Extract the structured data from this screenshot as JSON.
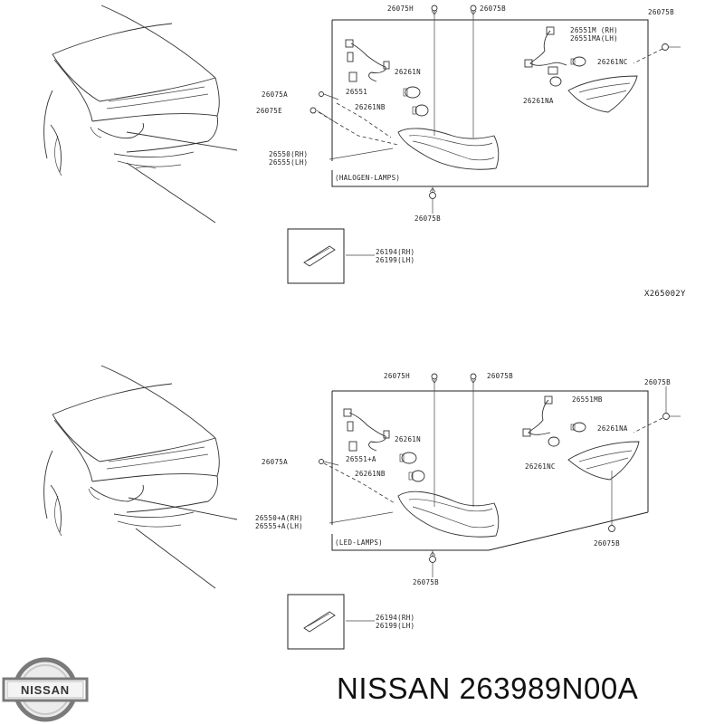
{
  "logo": {
    "text": "NISSAN"
  },
  "title": "NISSAN 263989N00A",
  "top": {
    "code": "X265002Y",
    "box_label": "(HALOGEN-LAMPS)",
    "labels": {
      "c26075H": "26075H",
      "c26075B_top": "26075B",
      "c26075B_right": "26075B",
      "c26551M": "26551M (RH)",
      "c26551MA": "26551MA(LH)",
      "c26261NC": "26261NC",
      "c26261NA": "26261NA",
      "c26261N": "26261N",
      "c26551": "26551",
      "c26261NB": "26261NB",
      "c26075A": "26075A",
      "c26075E": "26075E",
      "c26550": "26550(RH)",
      "c26555": "26555(LH)",
      "c26075B_bottom": "26075B",
      "c26194": "26194(RH)",
      "c26199": "26199(LH)"
    }
  },
  "bottom": {
    "box_label": "(LED-LAMPS)",
    "labels": {
      "c26075H": "26075H",
      "c26075B_top": "26075B",
      "c26075B_right": "26075B",
      "c26551MB": "26551MB",
      "c26261NA": "26261NA",
      "c26261NC": "26261NC",
      "c26261N": "26261N",
      "c26551A": "26551+A",
      "c26261NB": "26261NB",
      "c26075A": "26075A",
      "c26550A": "26550+A(RH)",
      "c26555A": "26555+A(LH)",
      "c26075B_box": "26075B",
      "c26075B_bottom": "26075B",
      "c26194": "26194(RH)",
      "c26199": "26199(LH)"
    }
  }
}
